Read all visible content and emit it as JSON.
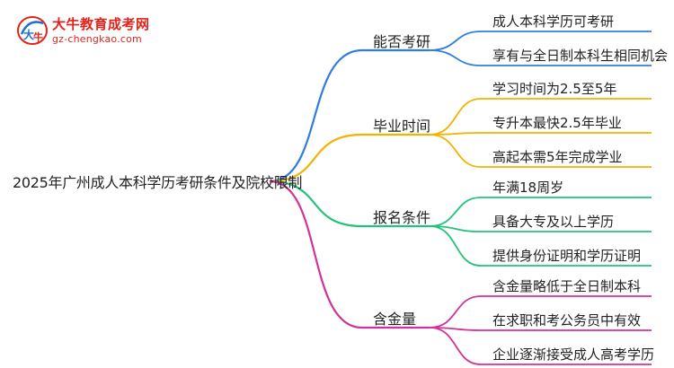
{
  "logo": {
    "title": "大牛教育成考网",
    "url": "gz-chengkao.com",
    "mark_text": "大牛",
    "colors": {
      "brand": "#e2231a",
      "mark_blue": "#1f6fd1"
    }
  },
  "root": {
    "label": "2025年广州成人本科学历考研条件及院校限制"
  },
  "branches": [
    {
      "label": "能否考研",
      "color": "#2f7de1",
      "leaves": [
        "成人本科学历可考研",
        "享有与全日制本科生相同机会"
      ]
    },
    {
      "label": "毕业时间",
      "color": "#f2b200",
      "leaves": [
        "学习时间为2.5至5年",
        "专升本最快2.5年毕业",
        "高起本需5年完成学业"
      ]
    },
    {
      "label": "报名条件",
      "color": "#22c27a",
      "leaves": [
        "年满18周岁",
        "具备大专及以上学历",
        "提供身份证明和学历证明"
      ]
    },
    {
      "label": "含金量",
      "color": "#d0339a",
      "leaves": [
        "含金量略低于全日制本科",
        "在求职和考公务员中有效",
        "企业逐渐接受成人高考学历"
      ]
    }
  ]
}
